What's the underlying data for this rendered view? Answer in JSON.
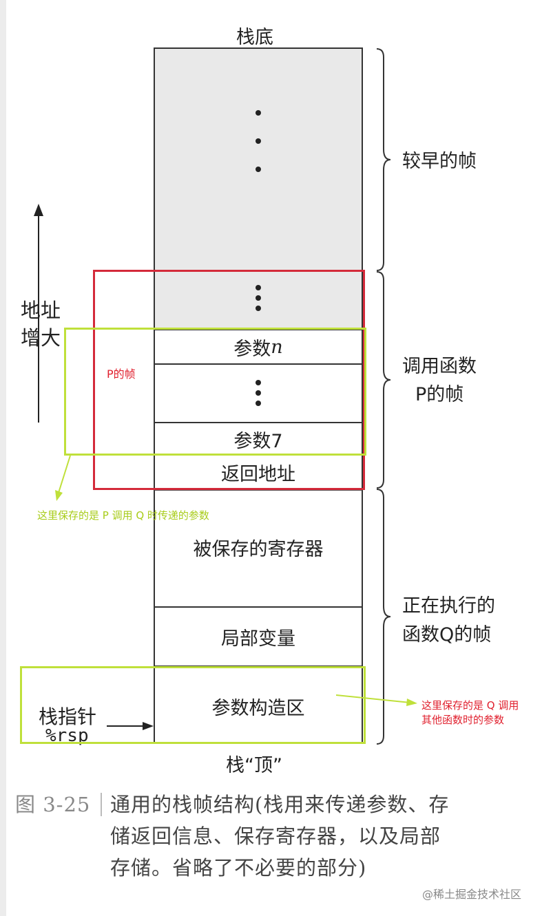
{
  "stack": {
    "bottom_label": "栈底",
    "top_label": "栈“顶”",
    "param_n_prefix": "参数",
    "param_n_suffix": "n",
    "param_7": "参数7",
    "return_address": "返回地址",
    "saved_registers": "被保存的寄存器",
    "local_variables": "局部变量",
    "arg_build_area": "参数构造区"
  },
  "left": {
    "addr_line1": "地址",
    "addr_line2": "增大",
    "sp_label": "栈指针",
    "sp_reg": "%rsp"
  },
  "braces": {
    "earlier_frame": "较早的帧",
    "caller_line1": "调用函数",
    "caller_line2": "P的帧",
    "exec_line1": "正在执行的",
    "exec_line2": "函数Q的帧"
  },
  "annotations": {
    "p_frame": "P的帧",
    "green_note": "这里保存的是 P 调用 Q 时传递的参数",
    "red_note_line1": "这里保存的是 Q 调用",
    "red_note_line2": "其他函数时的参数"
  },
  "caption": {
    "figure_num": "图 3-25",
    "line1": "通用的栈帧结构(栈用来传递参数、存",
    "line2": "储返回信息、保存寄存器，以及局部",
    "line3": "存储。省略了不必要的部分)"
  },
  "watermark": "@稀土掘金技术社区",
  "colors": {
    "red_box": "#d42a3a",
    "green_box": "#bfe03a",
    "red_text": "#e0202e",
    "green_text": "#a8cc1a"
  }
}
